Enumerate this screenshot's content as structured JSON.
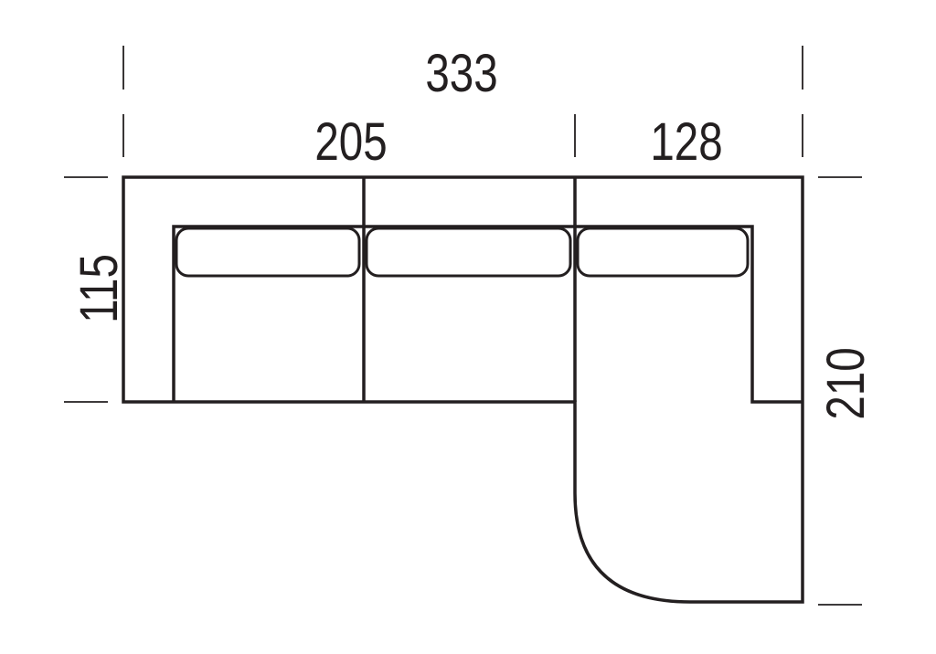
{
  "dimensions": {
    "total_width": "333",
    "sofa_width": "205",
    "chaise_width": "128",
    "sofa_depth": "115",
    "chaise_length": "210"
  },
  "colors": {
    "line": "#231f20",
    "background": "#ffffff"
  }
}
